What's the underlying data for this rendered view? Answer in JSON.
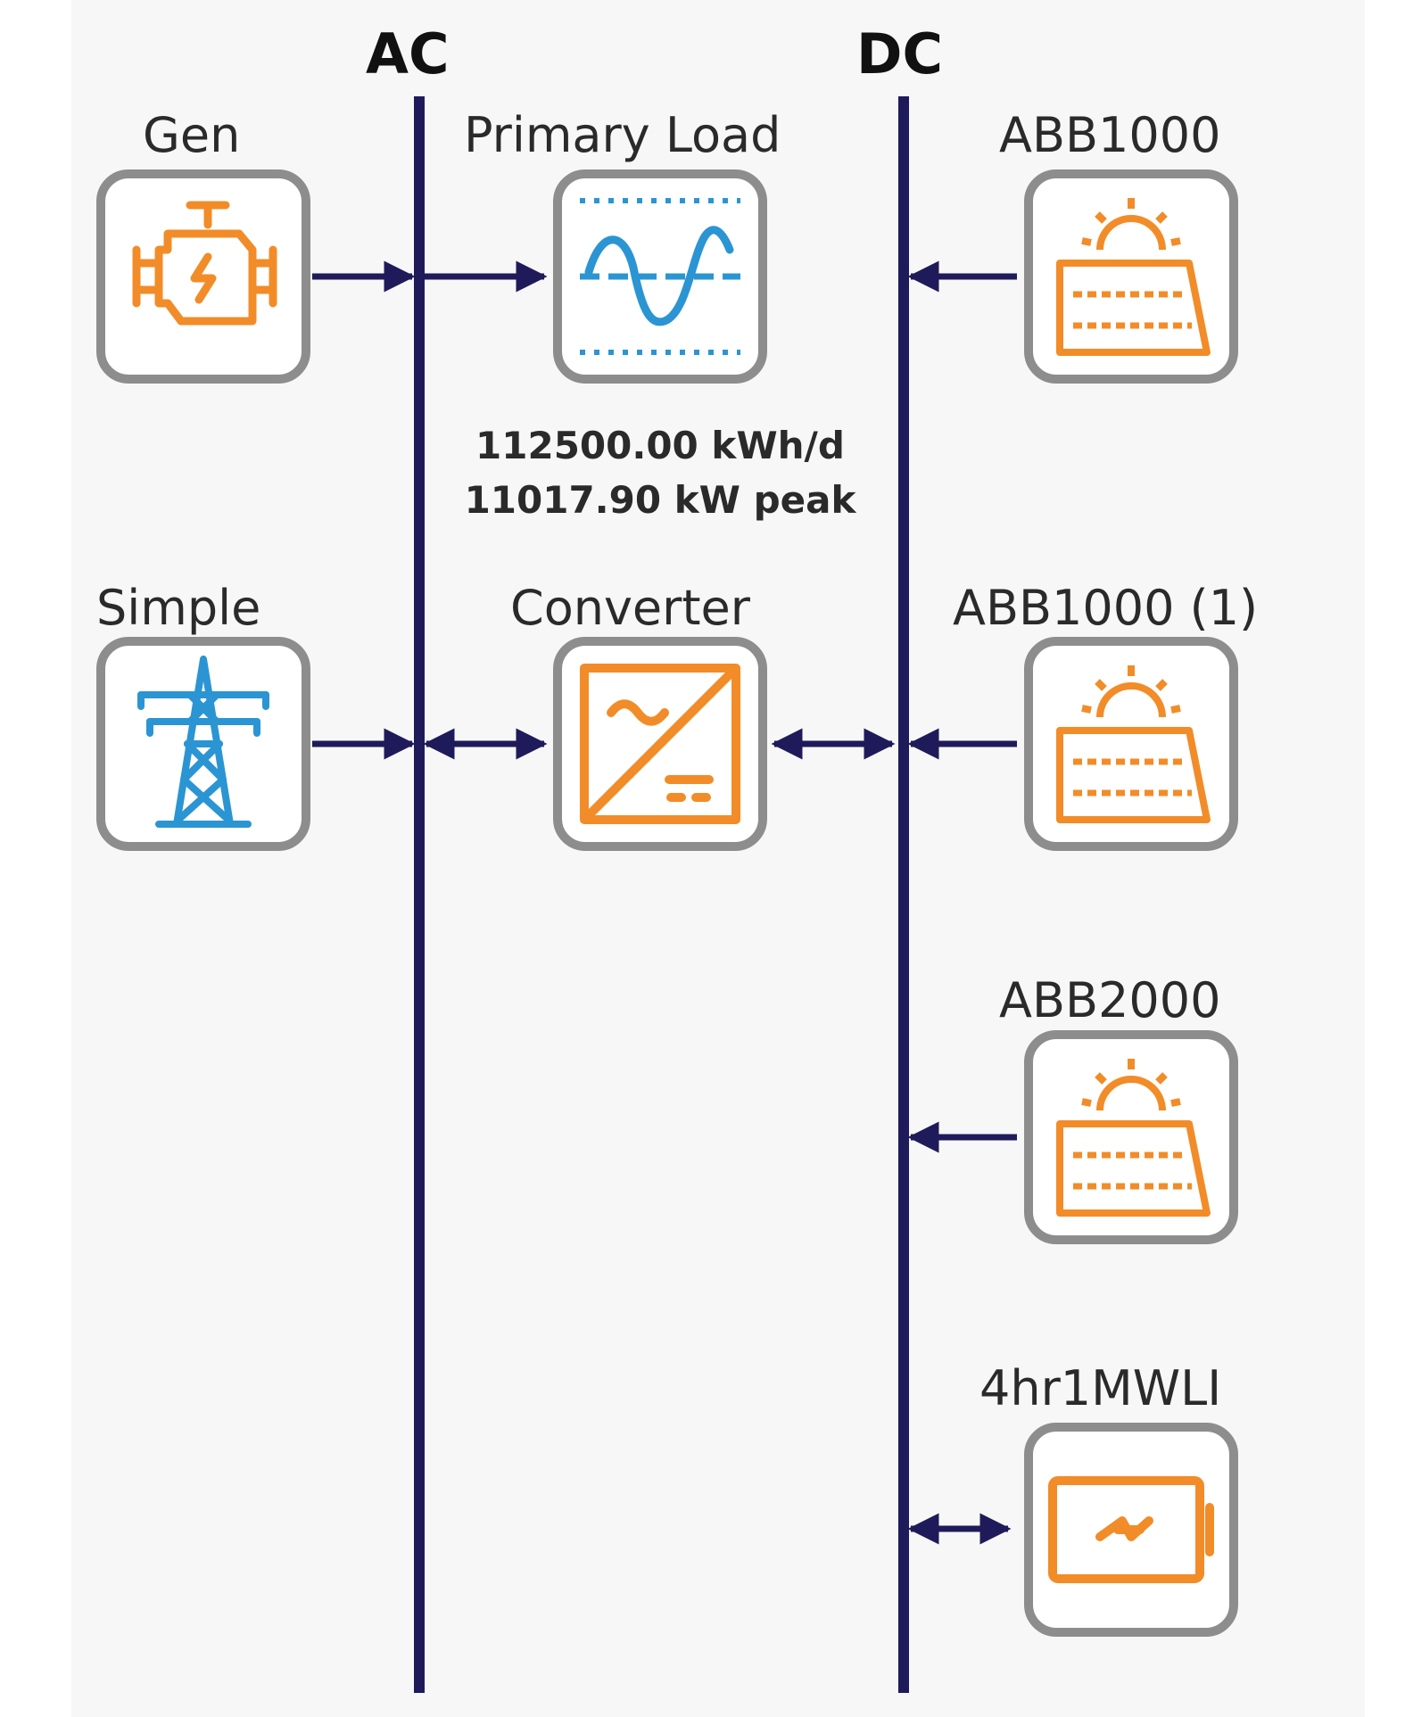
{
  "buses": {
    "ac": "AC",
    "dc": "DC"
  },
  "components": {
    "gen": {
      "label": "Gen",
      "icon": "engine-generator-icon"
    },
    "primary_load": {
      "label": "Primary Load",
      "icon": "load-profile-icon",
      "energy": "112500.00 kWh/d",
      "peak": "11017.90 kW peak"
    },
    "grid": {
      "label": "Simple",
      "icon": "transmission-tower-icon"
    },
    "converter": {
      "label": "Converter",
      "icon": "converter-icon"
    },
    "pv1": {
      "label": "ABB1000",
      "icon": "solar-panel-icon"
    },
    "pv2": {
      "label": "ABB1000 (1)",
      "icon": "solar-panel-icon"
    },
    "pv3": {
      "label": "ABB2000",
      "icon": "solar-panel-icon"
    },
    "battery": {
      "label": "4hr1MWLI",
      "icon": "battery-icon"
    }
  },
  "colors": {
    "bus": "#1f1b5a",
    "orange": "#f28c28",
    "blue": "#2b95d3",
    "border": "#8d8d8d"
  }
}
